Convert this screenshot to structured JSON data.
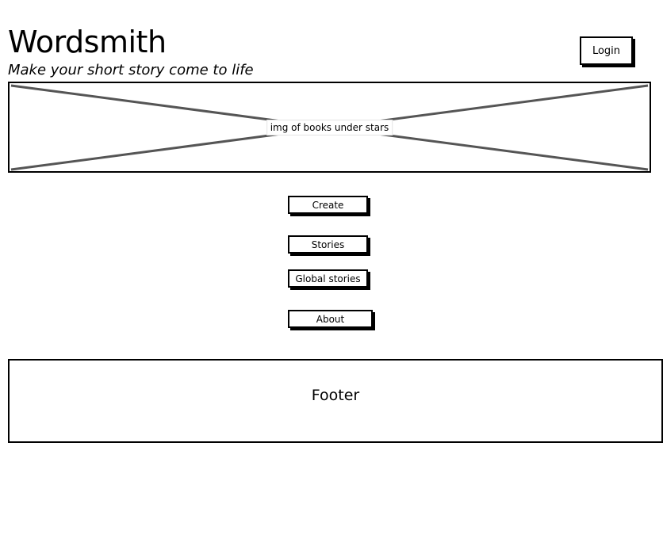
{
  "header": {
    "title": "Wordsmith",
    "tagline": "Make your short story come to life",
    "login_label": "Login"
  },
  "hero": {
    "placeholder_label": "img of books under stars"
  },
  "nav": {
    "items": [
      {
        "label": "Create"
      },
      {
        "label": "Stories"
      },
      {
        "label": "Global stories"
      },
      {
        "label": "About"
      }
    ]
  },
  "footer": {
    "label": "Footer"
  }
}
